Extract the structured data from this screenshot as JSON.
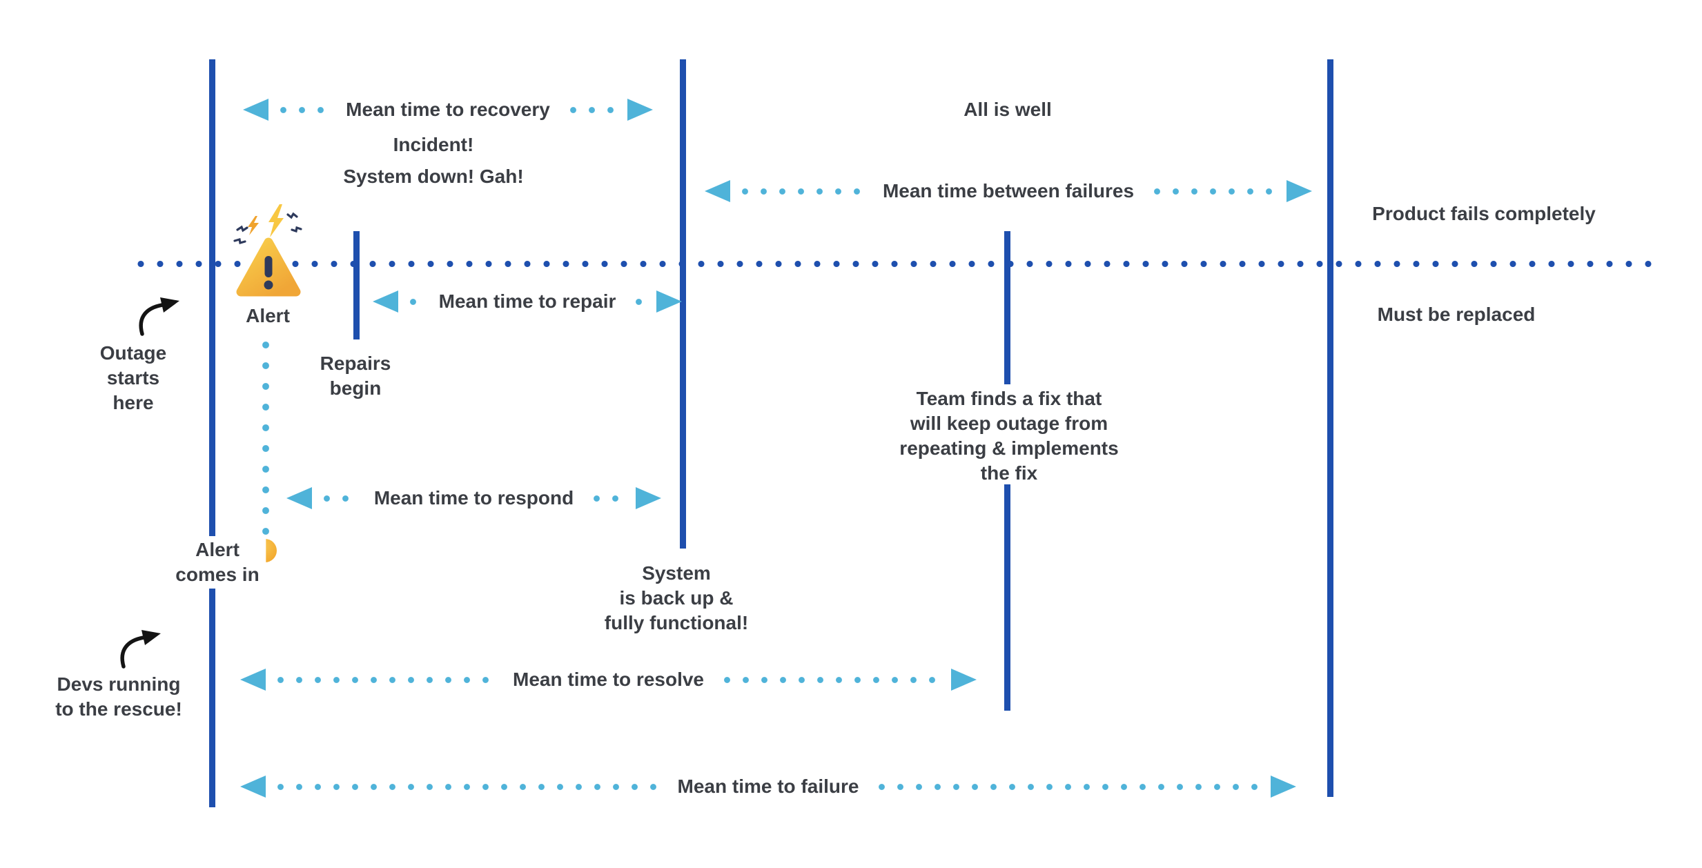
{
  "colors": {
    "event_line_blue": "#1e4fae",
    "metric_arrow_blue": "#4fb3d9",
    "text_dark": "#3b3e44",
    "warning_yellow": "#f8c742",
    "warning_orange": "#f0a32e",
    "exclamation_navy": "#2e3a5c",
    "pointer_black": "#141414"
  },
  "metrics": {
    "recovery": "Mean time to recovery",
    "between_failures": "Mean time between failures",
    "repair": "Mean time to repair",
    "respond": "Mean time to respond",
    "resolve": "Mean time to resolve",
    "failure": "Mean time to failure"
  },
  "annotations": {
    "all_is_well": "All is well",
    "incident": "Incident!\nSystem down! Gah!",
    "product_fails": "Product fails completely",
    "must_be_replaced": "Must be replaced",
    "alert": "Alert",
    "repairs_begin": "Repairs\nbegin",
    "outage_starts": "Outage\nstarts\nhere",
    "team_fix": "Team finds a fix that\nwill keep outage from\nrepeating & implements\nthe fix",
    "alert_comes_in": "Alert\ncomes in",
    "system_back": "System\nis back up &\nfully functional!",
    "devs_rescue": "Devs running\nto the rescue!"
  },
  "icons": {
    "warning_triangle": "warning-triangle-icon",
    "alert_received": "alert-dot-icon",
    "outage_pointer": "curved-arrow-icon",
    "devs_pointer": "curved-arrow-icon"
  }
}
